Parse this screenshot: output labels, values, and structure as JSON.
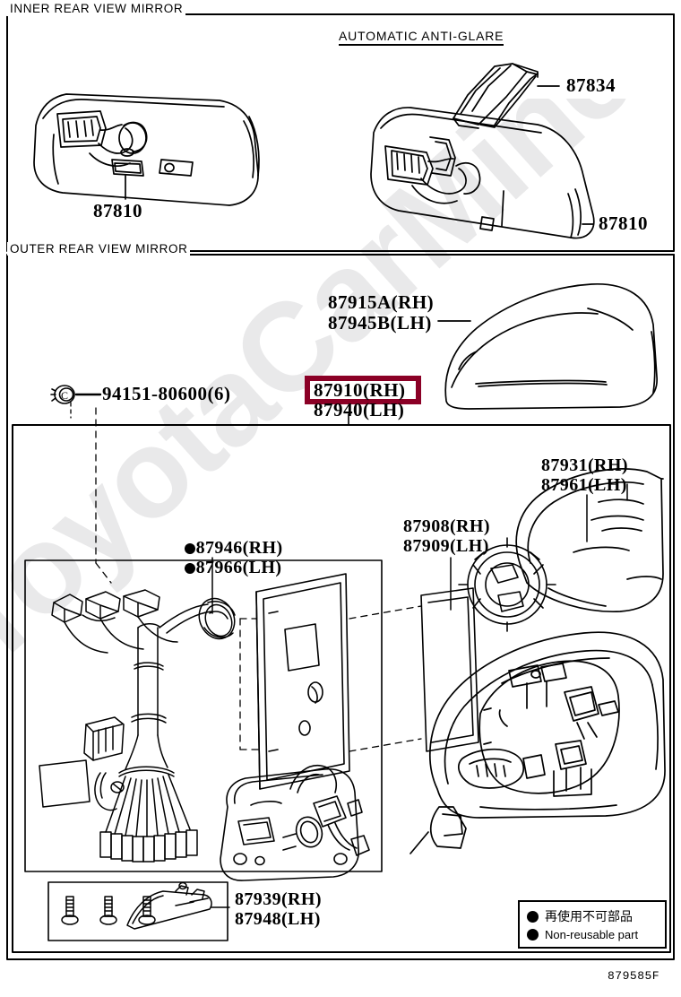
{
  "document": {
    "figure_code": "879585F",
    "watermark": "ToyotaCarMine.ru"
  },
  "sections": {
    "inner": {
      "title": "INNER REAR VIEW MIRROR",
      "subtitle": "AUTOMATIC ANTI-GLARE"
    },
    "outer": {
      "title": "OUTER REAR VIEW MIRROR"
    }
  },
  "callouts": {
    "inner_mirror_std": "87810",
    "inner_mirror_auto": "87810",
    "inner_mirror_cover": "87834",
    "mirror_cover_rh": "87915A(RH)",
    "mirror_cover_lh": "87945B(LH)",
    "mirror_assy_rh": "87910(RH)",
    "mirror_assy_lh": "87940(LH)",
    "screw": "94151-80600(6)",
    "screw_tag": "C",
    "harness_rh": "87946(RH)",
    "harness_lh": "87966(LH)",
    "glass_rh": "87908(RH)",
    "glass_lh": "87909(LH)",
    "housing_rh": "87931(RH)",
    "housing_lh": "87961(LH)",
    "lower_cover_rh": "87939(RH)",
    "lower_cover_lh": "87948(LH)"
  },
  "legend": {
    "japanese": "再使用不可部品",
    "english": "Non-reusable part"
  },
  "colors": {
    "highlight": "#8b0026",
    "ink": "#000000",
    "watermark": "#e9e9ea"
  }
}
